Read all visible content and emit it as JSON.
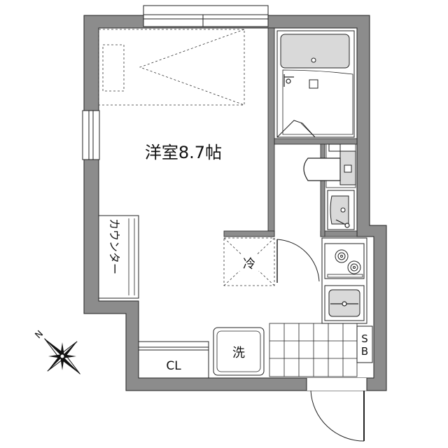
{
  "rooms": {
    "main_room": "洋室8.7帖",
    "fridge": "冷",
    "washer": "洗",
    "closet": "CL",
    "counter": "カウンター",
    "switchboard": "SB"
  },
  "compass": {
    "north": "N"
  },
  "colors": {
    "wall": "#8c8c8c",
    "line": "#222222",
    "fixture": "#d9d9d9"
  }
}
